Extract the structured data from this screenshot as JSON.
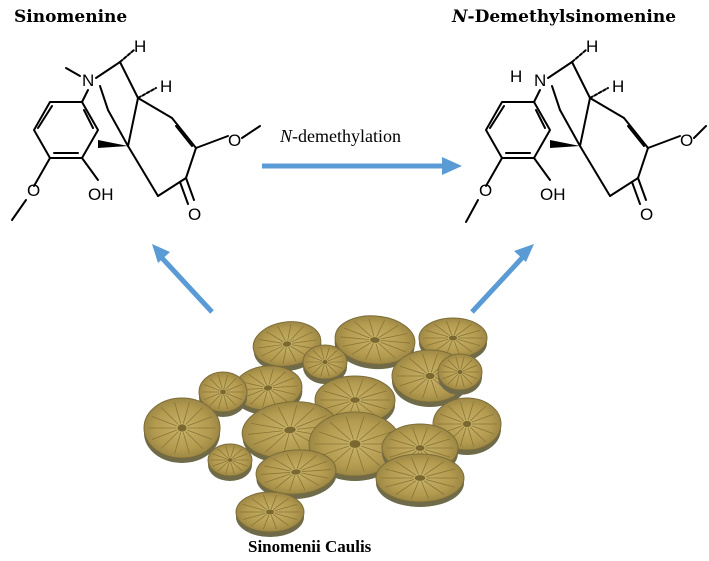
{
  "left_compound": {
    "name": "Sinomenine",
    "atoms": {
      "n": "N",
      "h1": "H",
      "h2": "H",
      "oh": "OH",
      "o": "O"
    }
  },
  "right_compound": {
    "name_italic": "N",
    "name_rest": "-Demethylsinomenine",
    "atoms": {
      "n": "N",
      "nh": "H",
      "h1": "H",
      "h2": "H",
      "oh": "OH",
      "o": "O"
    }
  },
  "reaction": {
    "italic": "N",
    "rest": "-demethylation"
  },
  "source": {
    "name": "Sinomenii Caulis"
  },
  "colors": {
    "arrow": "#5b9bd5",
    "slice_face": "#b9a155",
    "slice_edge": "#6e6a4a"
  }
}
